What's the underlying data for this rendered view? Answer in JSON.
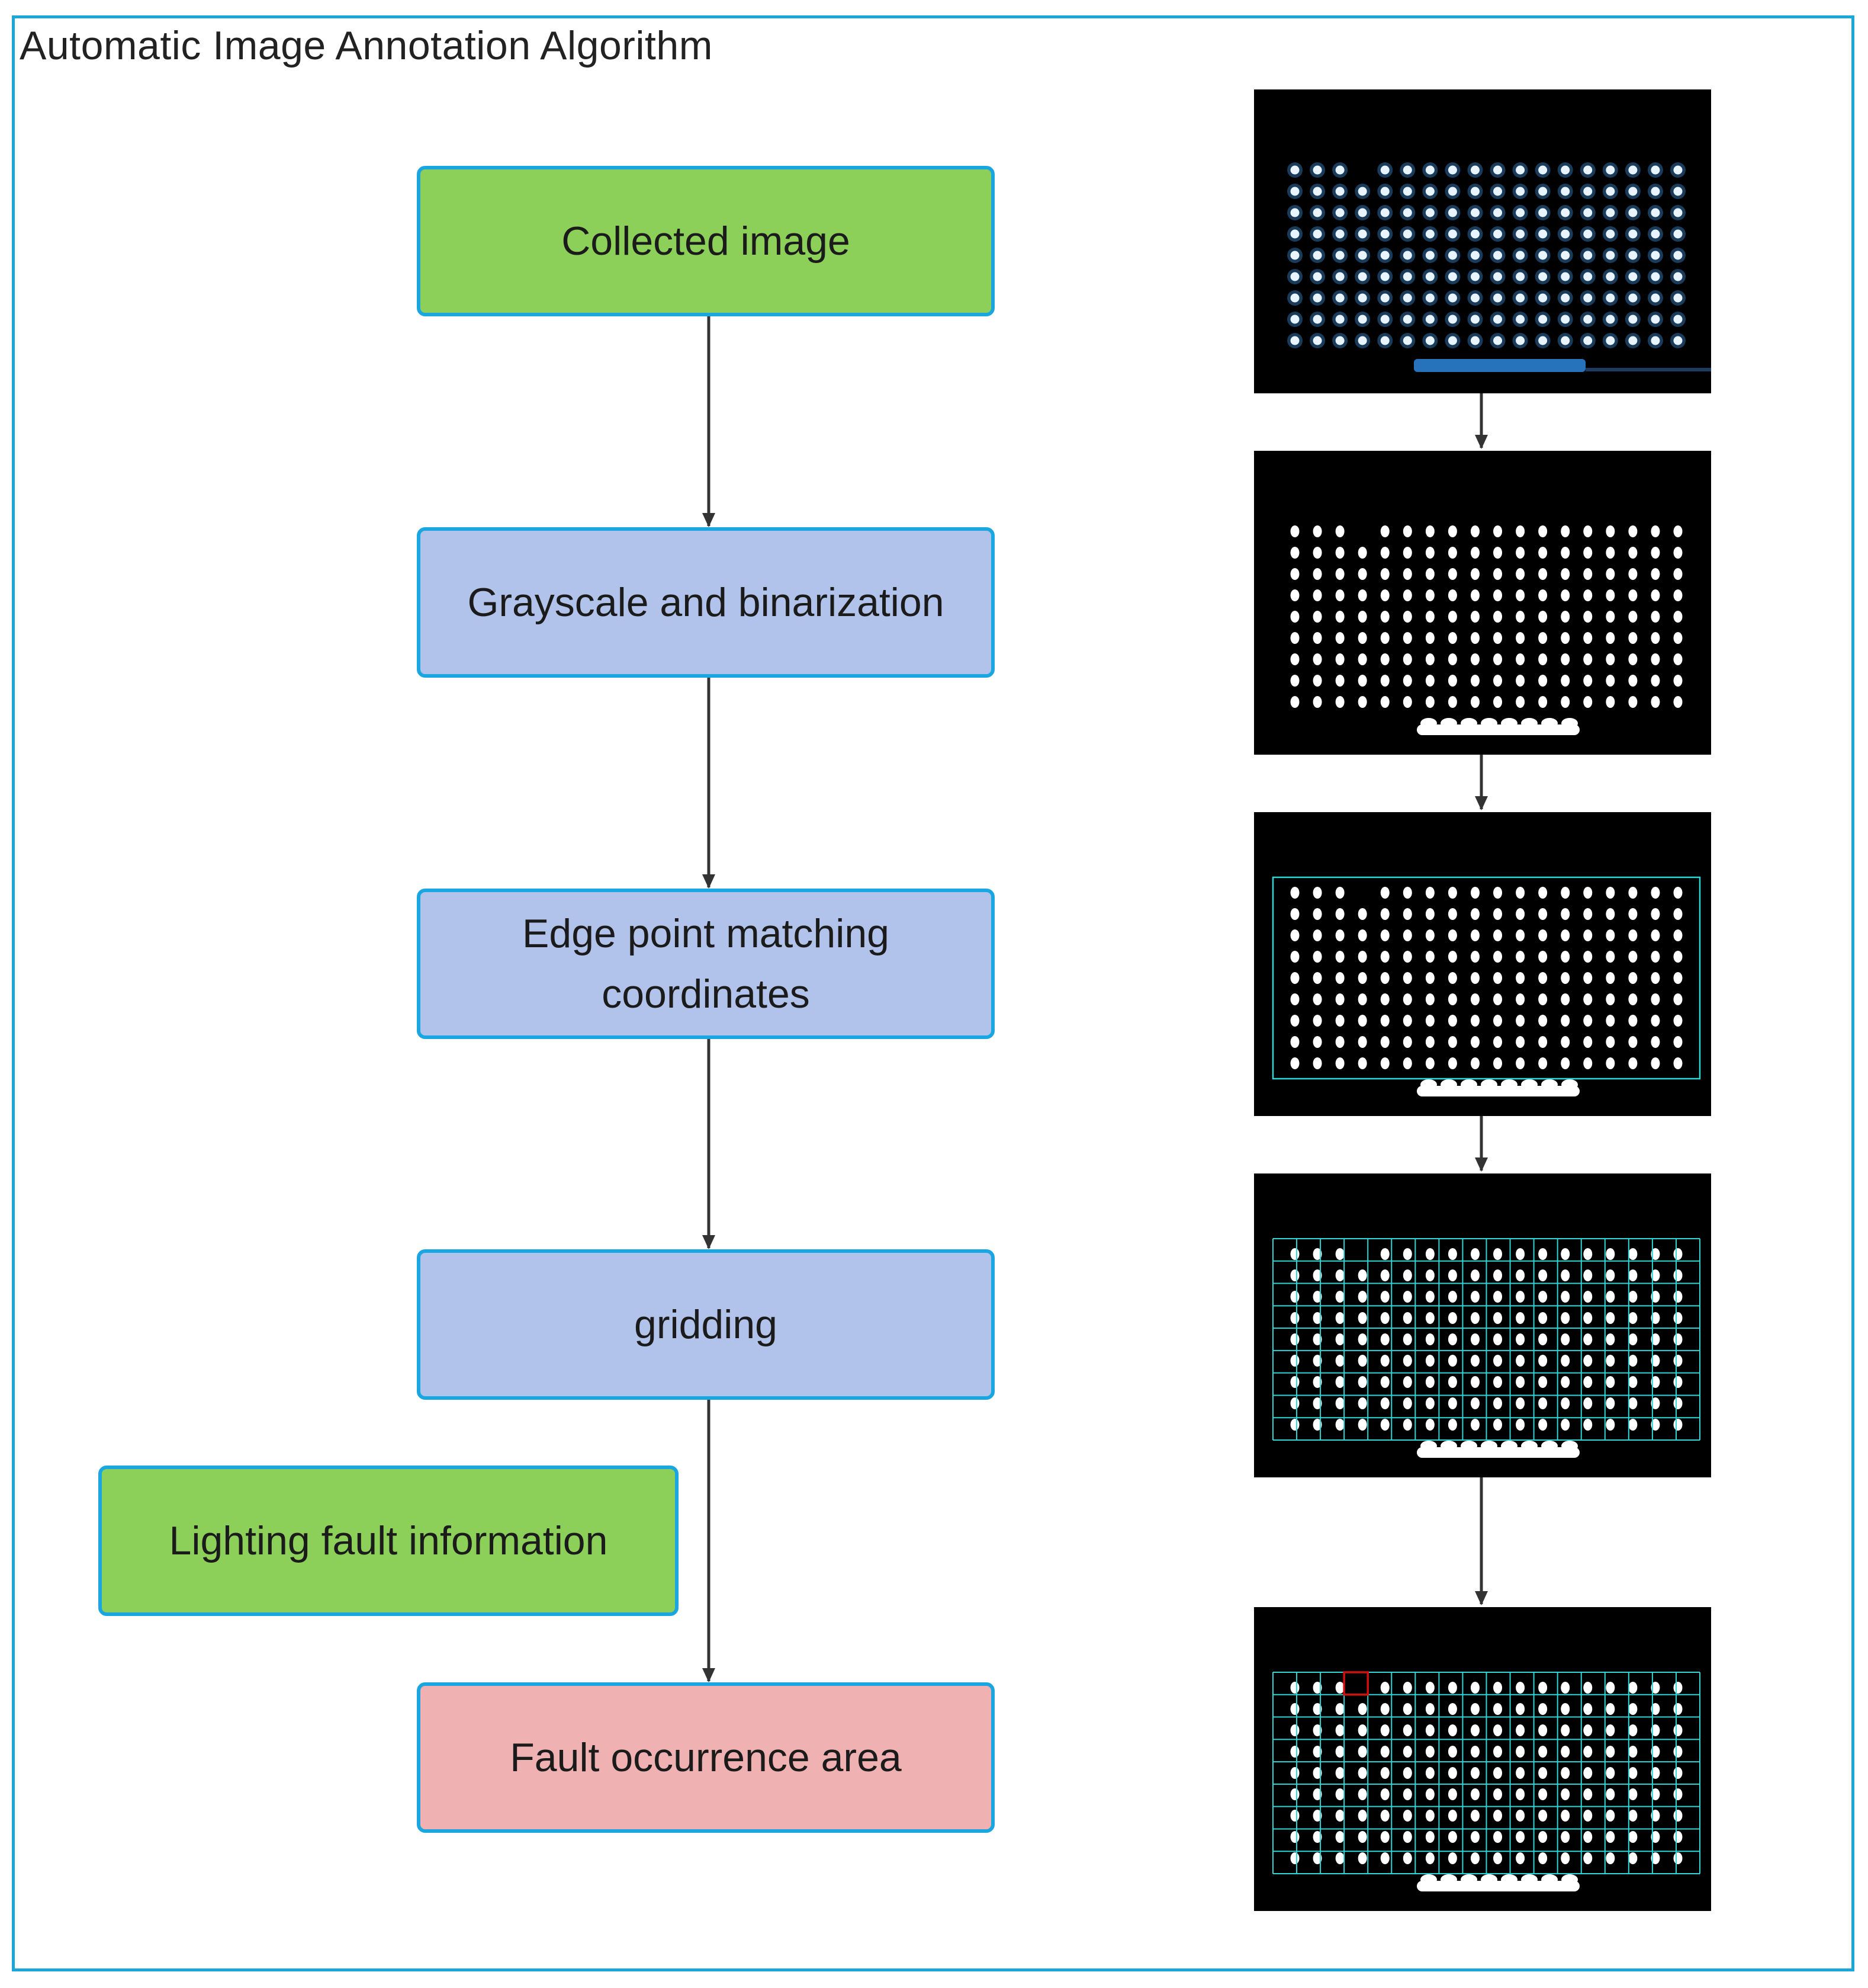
{
  "title": "Automatic Image Annotation Algorithm",
  "steps": {
    "collected": "Collected image",
    "grayscale": "Grayscale and binarization",
    "edge": "Edge point matching coordinates",
    "gridding": "gridding",
    "lighting": "Lighting fault information",
    "fault": "Fault occurrence area"
  },
  "colors": {
    "border": "#1aa6e0",
    "green": "#8cd05a",
    "blue": "#b1c3ea",
    "pink": "#efb1b1",
    "grid": "#2fd6d6",
    "highlight": "#d01010",
    "led": "#4aa8ff"
  }
}
